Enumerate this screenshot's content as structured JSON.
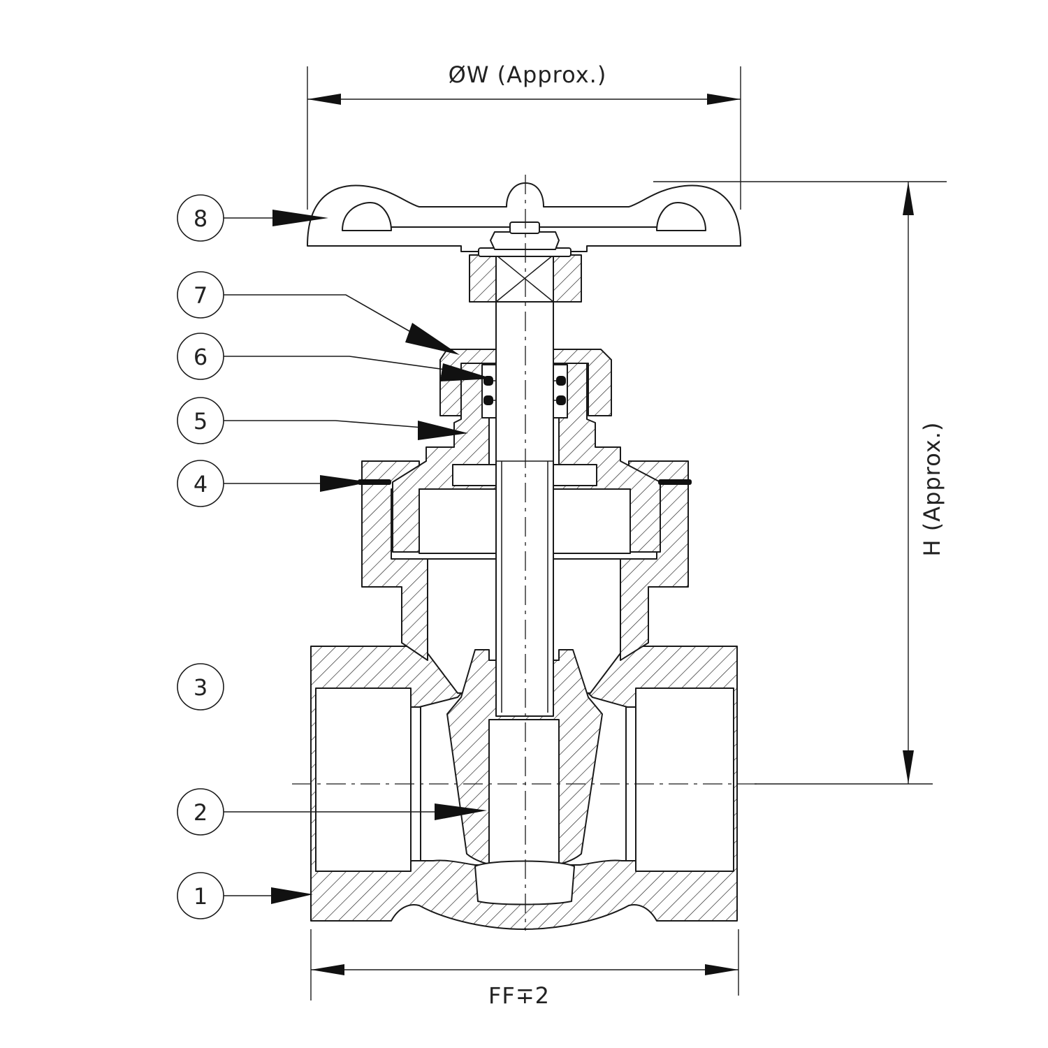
{
  "dimensions": {
    "width_label": "ØW (Approx.)",
    "height_label": "H (Approx.)",
    "face_label": "FF∓2"
  },
  "balloons": [
    "8",
    "7",
    "6",
    "5",
    "4",
    "3",
    "2",
    "1"
  ],
  "colors": {
    "line": "#1a1a1a",
    "arrow": "#111111",
    "background": "#ffffff"
  }
}
